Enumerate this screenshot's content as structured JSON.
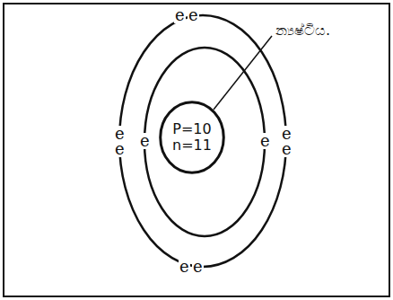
{
  "diagram": {
    "nodes": [
      {
        "text": [
          "P=10",
          "n=11"
        ]
      }
    ],
    "labels": [
      "න්‍යෂ්ටිය.",
      "e",
      "e",
      "e",
      "e",
      "e",
      "e",
      "e",
      "e",
      "e",
      "e"
    ]
  }
}
